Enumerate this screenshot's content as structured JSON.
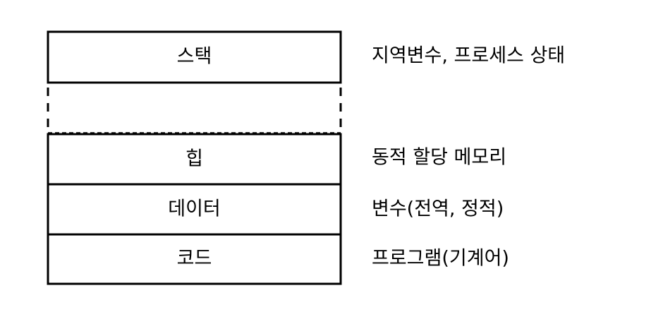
{
  "diagram": {
    "segments": {
      "stack": {
        "label": "스택",
        "description": "지역변수, 프로세스 상태"
      },
      "heap": {
        "label": "힙",
        "description": "동적 할당 메모리"
      },
      "data": {
        "label": "데이터",
        "description": "변수(전역, 정적)"
      },
      "code": {
        "label": "코드",
        "description": "프로그램(기계어)"
      }
    }
  }
}
